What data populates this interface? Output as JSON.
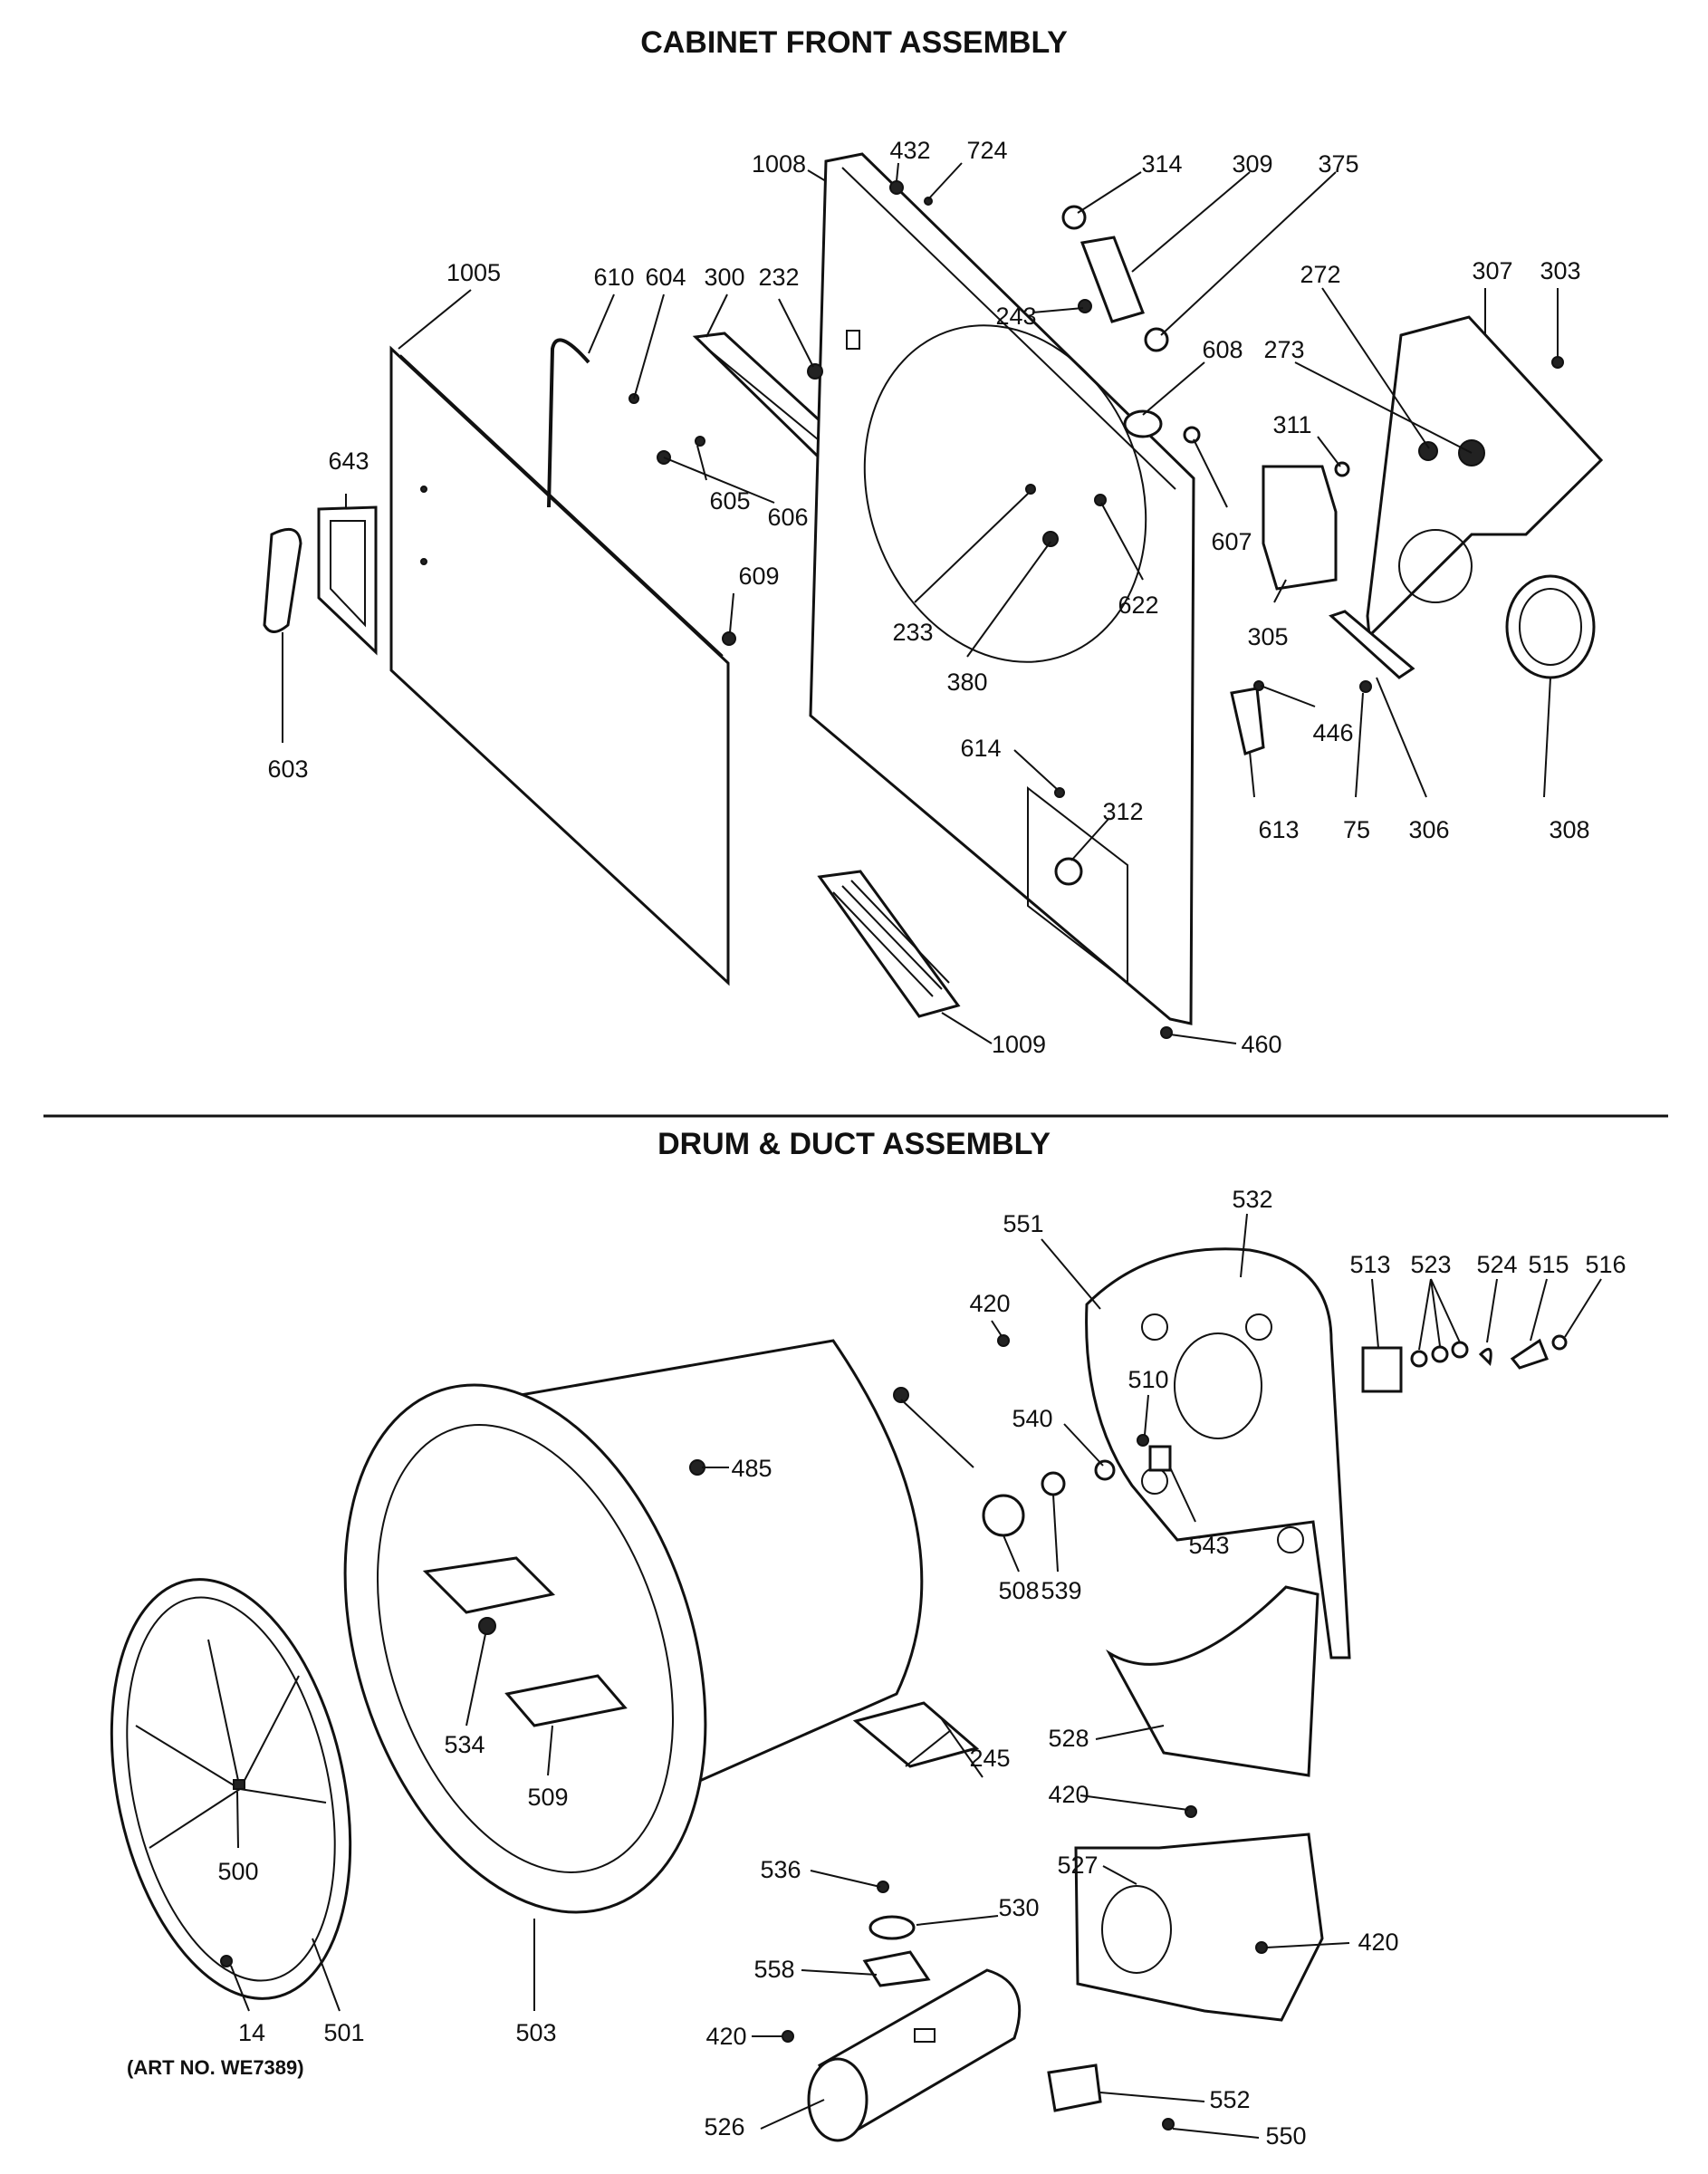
{
  "titles": {
    "top": "CABINET FRONT ASSEMBLY",
    "bottom": "DRUM & DUCT ASSEMBLY"
  },
  "art_number": "(ART NO. WE7389)",
  "cabinet_parts": [
    "1008",
    "432",
    "724",
    "314",
    "309",
    "375",
    "1005",
    "610",
    "604",
    "300",
    "232",
    "243",
    "272",
    "307",
    "303",
    "643",
    "608",
    "273",
    "311",
    "605",
    "606",
    "607",
    "233",
    "622",
    "305",
    "380",
    "609",
    "446",
    "306",
    "603",
    "614",
    "613",
    "75",
    "308",
    "312",
    "1009",
    "460"
  ],
  "drum_parts": [
    "532",
    "551",
    "513",
    "523",
    "524",
    "515",
    "516",
    "420",
    "510",
    "540",
    "485",
    "543",
    "508",
    "539",
    "528",
    "245",
    "534",
    "509",
    "500",
    "536",
    "530",
    "527",
    "558",
    "14",
    "501",
    "503",
    "526",
    "552",
    "550"
  ]
}
